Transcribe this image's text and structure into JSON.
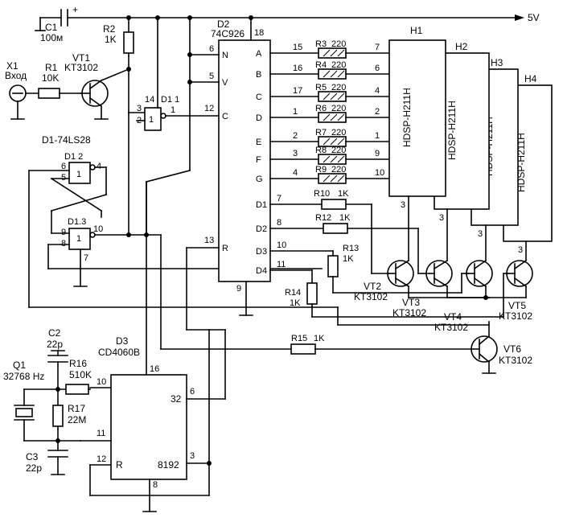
{
  "supply": {
    "label": "5V",
    "plus": "+"
  },
  "input": {
    "ref": "X1",
    "name": "Вход"
  },
  "c1": {
    "ref": "C1",
    "value": "100м"
  },
  "r1": {
    "ref": "R1",
    "value": "10K"
  },
  "r2": {
    "ref": "R2",
    "value": "1K"
  },
  "vt1": {
    "ref": "VT1",
    "type": "KT3102"
  },
  "d1": {
    "family": "D1-74LS28",
    "g1": {
      "ref": "D1 1",
      "sym": "1",
      "pin_a": "3",
      "pin_b": "2",
      "pin_vcc": "14",
      "pin_out": "1"
    },
    "g2": {
      "ref": "D1 2",
      "sym": "1",
      "pin_a": "6",
      "pin_b": "5",
      "pin_out": "4"
    },
    "g3": {
      "ref": "D1.3",
      "sym": "1",
      "pin_a": "9",
      "pin_b": "8",
      "pin_out": "10",
      "pin_gnd": "7"
    }
  },
  "d2": {
    "ref": "D2",
    "type": "74C926",
    "pin_vcc": "18",
    "pin_gnd": "9",
    "left_pins": [
      {
        "name": "N",
        "num": "6"
      },
      {
        "name": "V",
        "num": "5"
      },
      {
        "name": "C",
        "num": "12"
      },
      {
        "name": "R",
        "num": "13"
      }
    ],
    "right_pins": [
      {
        "name": "A",
        "num": "15"
      },
      {
        "name": "B",
        "num": "16"
      },
      {
        "name": "C",
        "num": "17"
      },
      {
        "name": "D",
        "num": "1"
      },
      {
        "name": "E",
        "num": "2"
      },
      {
        "name": "F",
        "num": "3"
      },
      {
        "name": "G",
        "num": "4"
      },
      {
        "name": "D1",
        "num": "7"
      },
      {
        "name": "D2",
        "num": "8"
      },
      {
        "name": "D3",
        "num": "10"
      },
      {
        "name": "D4",
        "num": "11"
      }
    ]
  },
  "seg_resistors": [
    {
      "ref": "R3",
      "value": "220",
      "hpin": "7"
    },
    {
      "ref": "R4",
      "value": "220",
      "hpin": "6"
    },
    {
      "ref": "R5",
      "value": "220",
      "hpin": "4"
    },
    {
      "ref": "R6",
      "value": "220",
      "hpin": "2"
    },
    {
      "ref": "R7",
      "value": "220",
      "hpin": "1"
    },
    {
      "ref": "R8",
      "value": "220",
      "hpin": "9"
    },
    {
      "ref": "R9",
      "value": "220",
      "hpin": "10"
    }
  ],
  "digit_resistors": [
    {
      "ref": "R10",
      "value": "1K"
    },
    {
      "ref": "R12",
      "value": "1K"
    },
    {
      "ref": "R13",
      "value": "1K"
    },
    {
      "ref": "R14",
      "value": "1K"
    }
  ],
  "r15": {
    "ref": "R15",
    "value": "1K"
  },
  "displays": [
    {
      "ref": "H1",
      "type": "HDSP-H211H",
      "pin": "3"
    },
    {
      "ref": "H2",
      "type": "HDSP-H211H",
      "pin": "3"
    },
    {
      "ref": "H3",
      "type": "HDSP-H211H",
      "pin": "3"
    },
    {
      "ref": "H4",
      "type": "HDSP-H211H",
      "pin": "3"
    }
  ],
  "transistors": [
    {
      "ref": "VT2",
      "type": "KT3102"
    },
    {
      "ref": "VT3",
      "type": "KT3102"
    },
    {
      "ref": "VT4",
      "type": "KT3102"
    },
    {
      "ref": "VT5",
      "type": "KT3102"
    },
    {
      "ref": "VT6",
      "type": "KT3102"
    }
  ],
  "d3": {
    "ref": "D3",
    "type": "CD4060B",
    "pin_vcc": "16",
    "pin_gnd": "8",
    "pin_in": "10",
    "pin_osc": "11",
    "pin_reset": "12",
    "reset_label": "R",
    "pin_32": "6",
    "label_32": "32",
    "pin_8192": "3",
    "label_8192": "8192"
  },
  "q1": {
    "ref": "Q1",
    "value": "32768 Hz"
  },
  "c2": {
    "ref": "C2",
    "value": "22p"
  },
  "c3": {
    "ref": "C3",
    "value": "22p"
  },
  "r16": {
    "ref": "R16",
    "value": "510K"
  },
  "r17": {
    "ref": "R17",
    "value": "22M"
  }
}
